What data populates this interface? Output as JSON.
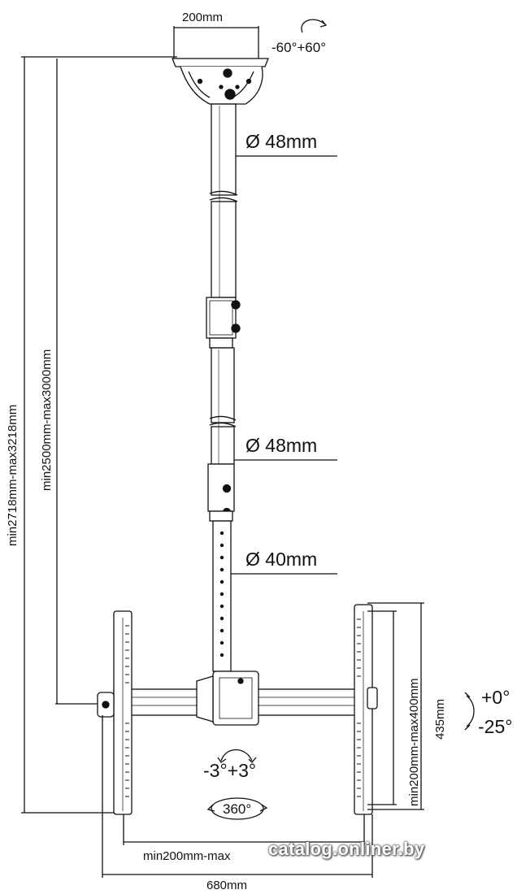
{
  "labels": {
    "top_width": "200mm",
    "tilt_top": "-60°+60°",
    "pole_diameter_1": "Ø 48mm",
    "pole_diameter_2": "Ø 48mm",
    "pole_diameter_3": "Ø 40mm",
    "total_height": "min2718mm-max3218mm",
    "pole_height": "min2500mm-max3000mm",
    "vesa_vertical": "min200mm-max400mm",
    "height_435": "435mm",
    "tilt_up": "+0°",
    "tilt_down": "-25°",
    "swivel": "-3°+3°",
    "rotation": "360°",
    "vesa_horizontal": "min200mm-max",
    "total_width": "680mm"
  },
  "watermark": "catalog.onliner.by",
  "colors": {
    "line": "#111111",
    "metal": "#ffffff"
  }
}
